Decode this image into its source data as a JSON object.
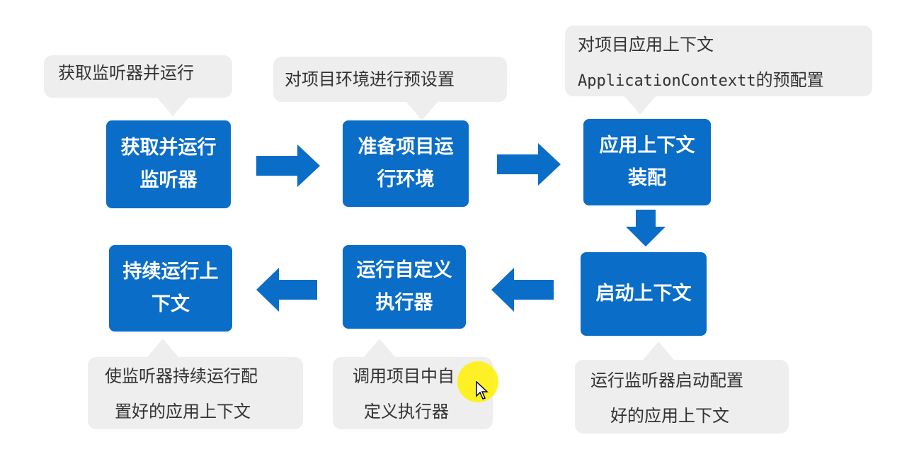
{
  "colors": {
    "step_fill": "#0a6dc8",
    "step_text": "#ffffff",
    "bubble_fill": "#eeeeee",
    "bubble_text": "#333333",
    "arrow": "#0a6dc8",
    "cursor_highlight": "#ffef00"
  },
  "steps": [
    {
      "line1": "获取并运行",
      "line2": "监听器"
    },
    {
      "line1": "准备项目运",
      "line2": "行环境"
    },
    {
      "line1": "应用上下文",
      "line2": "装配"
    },
    {
      "line1": "启动上下文",
      "line2": ""
    },
    {
      "line1": "运行自定义",
      "line2": "执行器"
    },
    {
      "line1": "持续运行上",
      "line2": "下文"
    }
  ],
  "notes": [
    {
      "line1": "获取监听器并运行",
      "line2": ""
    },
    {
      "line1": "对项目环境进行预设置",
      "line2": ""
    },
    {
      "line1": "对项目应用上下文",
      "line2_code": "ApplicationContextt",
      "line2_suffix": "的预配置"
    },
    {
      "line1": "运行监听器启动配置",
      "line2": "好的应用上下文"
    },
    {
      "line1": "调用项目中自",
      "line2": "定义执行器"
    },
    {
      "line1": "使监听器持续运行配",
      "line2": "置好的应用上下文"
    }
  ],
  "icons": {
    "arrows": [
      "arrow-right-icon",
      "arrow-right-icon",
      "arrow-down-icon",
      "arrow-left-icon",
      "arrow-left-icon"
    ],
    "cursor": "mouse-pointer-icon"
  }
}
